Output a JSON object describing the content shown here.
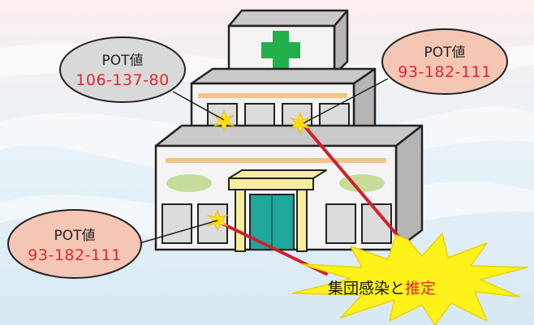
{
  "bubbles": [
    {
      "title": "POT値",
      "value": "106-137-80"
    },
    {
      "title": "POT値",
      "value": "93-182-111"
    },
    {
      "title": "POT値",
      "value": "93-182-111"
    }
  ],
  "conclusion": {
    "text": "集団感染と",
    "accent": "推定"
  },
  "colors": {
    "background": "#eaf2f8",
    "cross": "#22b04b",
    "door": "#1fa79b",
    "bubble_gray": "#d9d9d9",
    "bubble_pink": "#f6c6b4",
    "value_red": "#e0282e",
    "burst": "#fff21a",
    "link_line": "#d0202c"
  },
  "icons": [
    "medical-cross-icon",
    "infection-spark-icon"
  ]
}
